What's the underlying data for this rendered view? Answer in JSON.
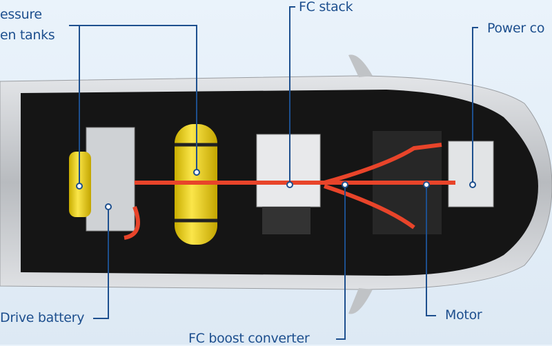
{
  "labels": {
    "tanks_line1": "essure",
    "tanks_line2": "en tanks",
    "fc_stack": "FC stack",
    "power_control": "Power co",
    "drive_battery": "Drive battery",
    "motor": "Motor",
    "fc_boost_converter": "FC boost converter"
  },
  "colors": {
    "leader": "#1d4f8e",
    "car_body": "#c9ccd0",
    "interior": "#141414",
    "tank": "#f2d81c",
    "cable": "#e8442a"
  }
}
